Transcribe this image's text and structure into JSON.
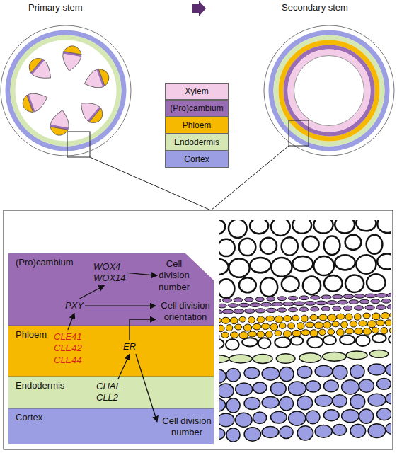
{
  "diagram": {
    "nodes": [
      {
        "text": [
          "(Pro)cambium"
        ]
      },
      {
        "text": [
          "WOX4 WOX14"
        ],
        "in": 0
      },
      {
        "text": [
          "Cell division number"
        ],
        "in": 0
      },
      {
        "text": [
          "PXY"
        ],
        "in": 0
      },
      {
        "text": [
          "Cell division orientation"
        ],
        "in": 0
      },
      {
        "text": [
          "Phloem"
        ]
      },
      {
        "text": [
          "CLE41 CLE42 CLE44"
        ],
        "in": 5
      },
      {
        "text": [
          "ER"
        ],
        "in": 5
      },
      {
        "text": [
          "Endodermis"
        ]
      },
      {
        "text": [
          "CHAL CLL2"
        ],
        "in": 8
      },
      {
        "text": [
          "Cortex"
        ]
      },
      {
        "text": [
          "Cell division number"
        ],
        "in": 10
      }
    ],
    "edges": [
      {
        "from": 1,
        "to": 2,
        "arrow": "to"
      },
      {
        "from": 3,
        "to": 1,
        "arrow": "to"
      },
      {
        "from": 3,
        "to": 4,
        "arrow": "to"
      },
      {
        "from": 6,
        "to": 3,
        "arrow": "to"
      },
      {
        "from": 7,
        "to": 4,
        "arrow": "to"
      },
      {
        "from": 9,
        "to": 7,
        "arrow": "to"
      },
      {
        "from": 7,
        "to": 11,
        "arrow": "to"
      }
    ],
    "labels": [
      "Primary stem",
      "Secondary stem"
    ],
    "legend": [
      {
        "text": "Xylem",
        "color": "#f3cde8"
      },
      {
        "text": "(Pro)cambium",
        "color": "#9a6cb4"
      },
      {
        "text": "Phloem",
        "color": "#f7b900"
      },
      {
        "text": "Endodermis",
        "color": "#d5e8b4"
      },
      {
        "text": "Cortex",
        "color": "#9c9ee3"
      }
    ]
  }
}
